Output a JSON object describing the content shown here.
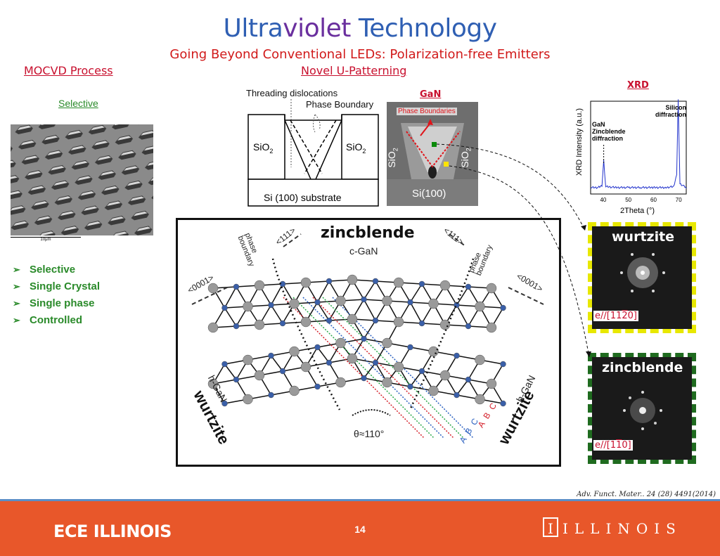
{
  "header": {
    "title_part1": "Ultra",
    "title_part2": "violet",
    "title_part3": " Technology",
    "subtitle": "Going Beyond Conventional LEDs: Polarization-free Emitters"
  },
  "left": {
    "section_title": "MOCVD Process",
    "subsection": "Selective",
    "sem_scale": "10μm",
    "bullets": [
      "Selective",
      "Single Crystal",
      "Single phase",
      "Controlled"
    ]
  },
  "center": {
    "section_title": "Novel U-Patterning",
    "schematic": {
      "threading": "Threading dislocations",
      "phase_boundary": "Phase Boundary",
      "sio2_left": "SiO",
      "sio2_right": "SiO",
      "sub2": "2",
      "substrate": "Si (100) substrate"
    },
    "sem": {
      "label": "GaN",
      "phase_boundaries": "Phase Boundaries",
      "sio2_left": "SiO",
      "sio2_right": "SiO",
      "sub2": "2",
      "si100": "Si(100)"
    },
    "lattice": {
      "zincblende": "zincblende",
      "cgan": "c-GaN",
      "hgan_left": "h-GaN",
      "hgan_right": "h-GaN",
      "wurtzite_left": "wurtzite",
      "wurtzite_right": "wurtzite",
      "dir111_left": "<111>",
      "dir111_right": "<111>",
      "dir0001_left": "<0001>",
      "dir0001_right": "<0001>",
      "phase_boundary_left": "phase boundary",
      "phase_boundary_right": "phase boundary",
      "angle": "θ≈110°",
      "abc1": "A B C",
      "abc2": "A B C"
    }
  },
  "right": {
    "xrd_title": "XRD",
    "ylabel": "XRD Intensity (a.u.)",
    "xlabel": "2Theta (°)",
    "peak1_label": "GaN\nZincblende\ndiffraction",
    "peak2_label": "Silicon\ndiffraction",
    "fft1_label": "wurtzite",
    "fft1_sub": "e//[11",
    "fft1_sub_bar": "2",
    "fft1_sub_end": "0]",
    "fft2_label": "zincblende",
    "fft2_sub": "e//[1",
    "fft2_sub_bar": "1",
    "fft2_sub_end": "0]"
  },
  "chart_data": {
    "type": "line",
    "title": "XRD",
    "xlabel": "2Theta (°)",
    "ylabel": "XRD Intensity (a.u.)",
    "xlim": [
      35,
      73
    ],
    "ticks_x": [
      40,
      50,
      60,
      70
    ],
    "series": [
      {
        "x": [
          35,
          38,
          39.5,
          40.2,
          41,
          45,
          50,
          55,
          60,
          65,
          68,
          69.2,
          69.8,
          70.5,
          73
        ],
        "values": [
          0.06,
          0.06,
          0.08,
          0.35,
          0.07,
          0.06,
          0.06,
          0.06,
          0.06,
          0.06,
          0.07,
          0.2,
          1.0,
          0.1,
          0.06
        ]
      }
    ],
    "annotations": [
      "GaN Zincblende diffraction",
      "Silicon diffraction"
    ]
  },
  "footer": {
    "reference": "Adv. Funct. Mater.. 24 (28) 4491(2014)",
    "left_brand": "ECE ILLINOIS",
    "page_number": "14",
    "right_brand": "ILLINOIS",
    "right_brand_initial": "I"
  },
  "colors": {
    "title_blue": "#2f5fb3",
    "title_purple": "#6a2f9e",
    "accent_red": "#c8102e",
    "green": "#2a8a2a",
    "footer_orange": "#e8572a",
    "footer_strip": "#5b8fc7",
    "fft_yellow": "#e8e800",
    "fft_green": "#1f6b1f"
  }
}
